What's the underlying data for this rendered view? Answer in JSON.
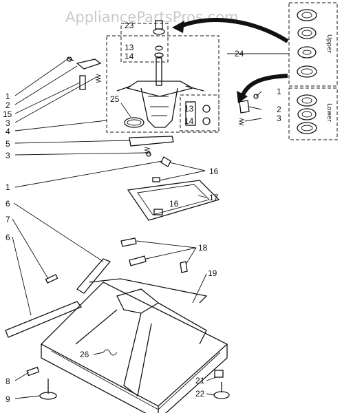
{
  "watermark": "AppliancePartsPros.com",
  "inset": {
    "upper_label": "Upper",
    "lower_label": "Lower"
  },
  "callouts": [
    "1",
    "2",
    "15",
    "3",
    "4",
    "5",
    "3",
    "1",
    "6",
    "7",
    "6",
    "8",
    "9",
    "25",
    "23",
    "13",
    "14",
    "13",
    "14",
    "24",
    "1",
    "2",
    "3",
    "16",
    "17",
    "16",
    "18",
    "19",
    "26",
    "21",
    "22"
  ]
}
